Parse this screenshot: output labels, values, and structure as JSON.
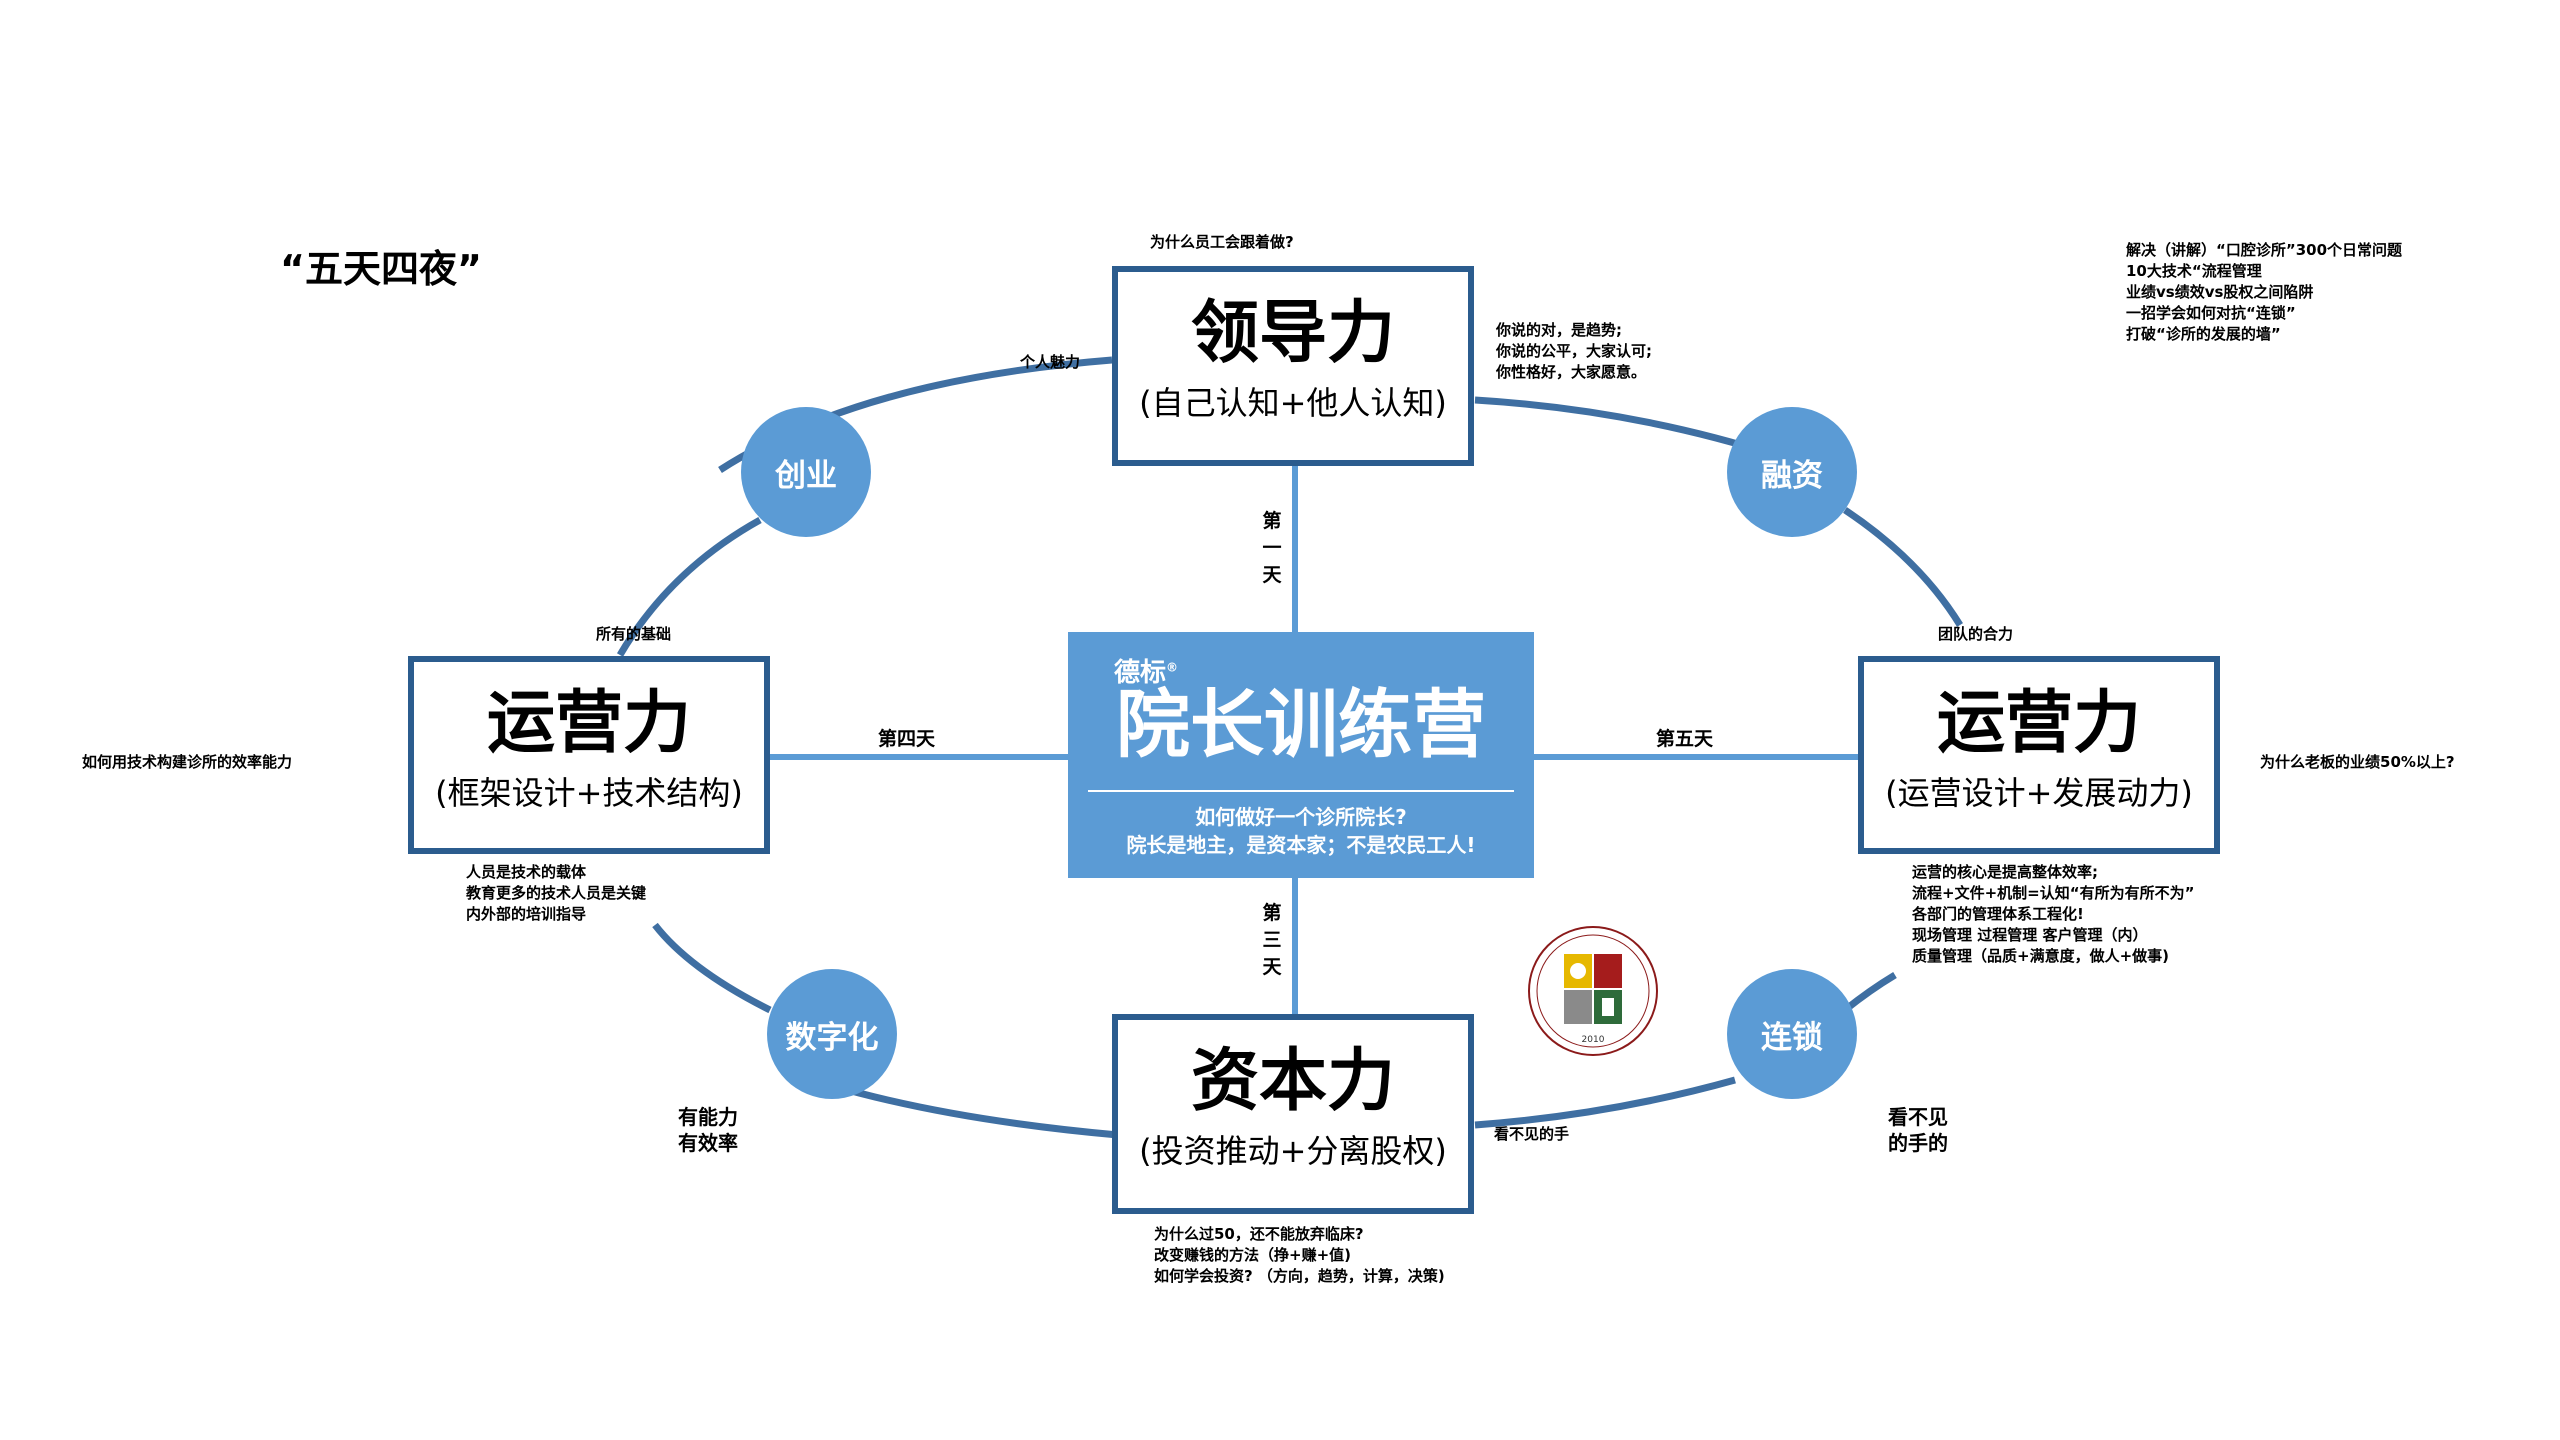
{
  "page": {
    "title": "“五天四夜”"
  },
  "center": {
    "brand": "德标",
    "brand_mark": "®",
    "title": "院长训练营",
    "line1": "如何做好一个诊所院长?",
    "line2": "院长是地主，是资本家；不是农民工人!"
  },
  "boxes": {
    "top": {
      "title": "领导力",
      "subtitle": "(自己认知+他人认知)"
    },
    "left": {
      "title": "运营力",
      "subtitle": "(框架设计+技术结构)"
    },
    "right": {
      "title": "运营力",
      "subtitle": "(运营设计+发展动力)"
    },
    "bottom": {
      "title": "资本力",
      "subtitle": "(投资推动+分离股权)"
    }
  },
  "circles": {
    "chuangye": "创业",
    "rongzi": "融资",
    "shuzihua": "数字化",
    "liansuo": "连锁"
  },
  "days": {
    "top": "第一天",
    "left": "第四天",
    "right": "第五天",
    "bottom": "第三天"
  },
  "notes": {
    "top_question": "为什么员工会跟着做?",
    "personal_charm": "个人魅力",
    "leadership_lines": [
      "你说的对，是趋势;",
      "你说的公平，大家认可;",
      "你性格好，大家愿意。"
    ],
    "top_right_lines": [
      "解决（讲解）“口腔诊所”300个日常问题",
      "10大技术“流程管理",
      "业绩vs绩效vs股权之间陷阱",
      "一招学会如何对抗“连锁”",
      "打破“诊所的发展的墙”"
    ],
    "foundation": "所有的基础",
    "team": "团队的合力",
    "left_question": "如何用技术构建诊所的效率能力",
    "right_question": "为什么老板的业绩50%以上?",
    "left_box_lines": [
      "人员是技术的载体",
      "教育更多的技术人员是关键",
      "内外部的培训指导"
    ],
    "right_box_lines": [
      "运营的核心是提高整体效率;",
      "流程+文件+机制=认知“有所为有所不为”",
      "各部门的管理体系工程化!",
      "现场管理   过程管理   客户管理（内）",
      "质量管理（品质+满意度，做人+做事)"
    ],
    "capability_lines": [
      "有能力",
      "有效率"
    ],
    "invisible_hand": "看不见的手",
    "invisible_hand2_lines": [
      "看不见",
      "的手的"
    ],
    "bottom_lines": [
      "为什么过50，还不能放弃临床?",
      "改变赚钱的方法（挣+赚+值)",
      "如何学会投资?  （方向，趋势，计算，决策)"
    ]
  },
  "logo": {
    "year": "2010"
  },
  "colors": {
    "accent": "#5b9bd5",
    "border": "#2b5c8e",
    "ring": "#3f6fa2",
    "connector": "#5b9bd5"
  }
}
